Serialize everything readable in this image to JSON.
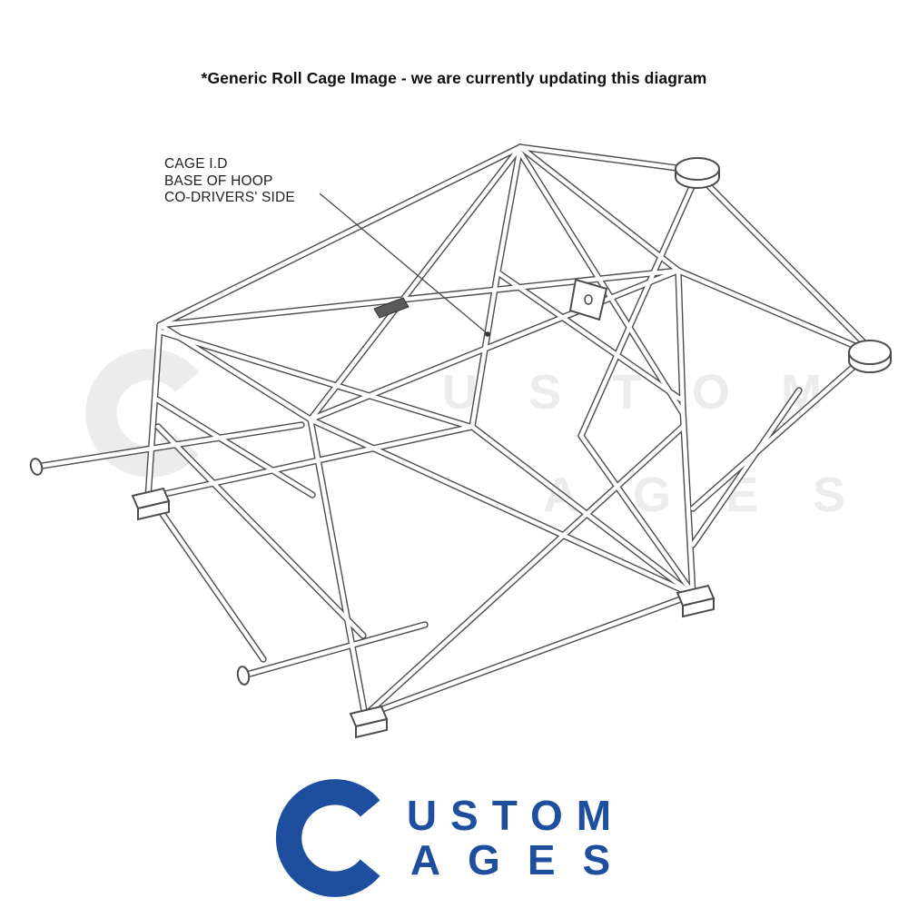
{
  "colors": {
    "logo_blue": "#1d4f9e",
    "watermark_gray": "#ececec",
    "line_gray": "#4d4d4d"
  },
  "header": {
    "notice": "*Generic Roll Cage Image - we are currently updating this diagram"
  },
  "annotation": {
    "line1": "CAGE I.D",
    "line2": "BASE OF HOOP",
    "line3": "CO-DRIVERS' SIDE"
  },
  "watermark": {
    "word_top": "USTOM",
    "word_bottom": "AGES"
  },
  "logo": {
    "word_top": "USTOM",
    "word_bottom": "AGES"
  }
}
